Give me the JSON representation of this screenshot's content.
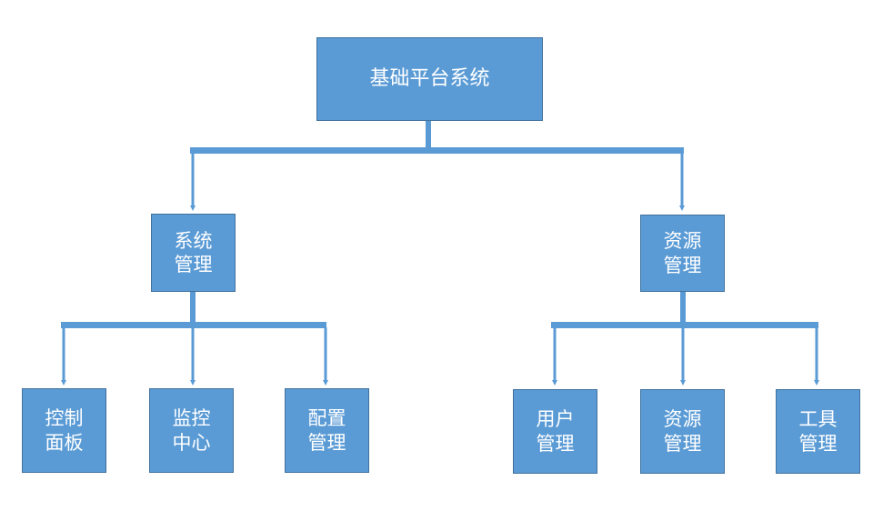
{
  "diagram": {
    "root": {
      "label": "基础平台系统"
    },
    "branches": [
      {
        "label": "系统管理",
        "children": [
          {
            "label": "控制面板"
          },
          {
            "label": "监控中心"
          },
          {
            "label": "配置管理"
          }
        ]
      },
      {
        "label": "资源管理",
        "children": [
          {
            "label": "用户管理"
          },
          {
            "label": "资源管理"
          },
          {
            "label": "工具管理"
          }
        ]
      }
    ]
  },
  "colors": {
    "box_fill": "#5b9bd5",
    "box_border": "#41719c",
    "connector": "#5b9bd5",
    "text": "#ffffff",
    "background": "#ffffff"
  }
}
